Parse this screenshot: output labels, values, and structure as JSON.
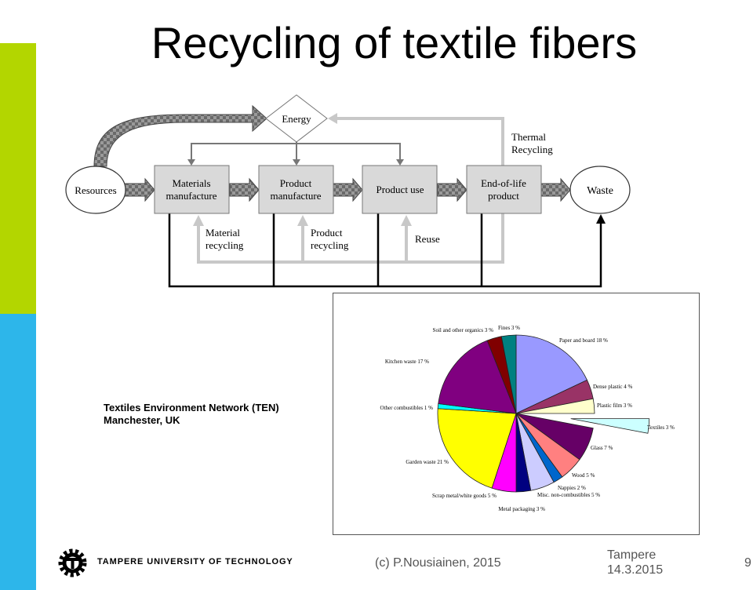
{
  "slide": {
    "title": "Recycling of textile fibers",
    "colors": {
      "green_stripe": "#b3d600",
      "blue_stripe": "#2db6ea"
    }
  },
  "flow": {
    "nodes": {
      "energy": "Energy",
      "resources": "Resources",
      "materials_manufacture": [
        "Materials",
        "manufacture"
      ],
      "product_manufacture": [
        "Product",
        "manufacture"
      ],
      "product_use": "Product use",
      "end_of_life": [
        "End-of-life",
        "product"
      ],
      "waste": "Waste"
    },
    "labels": {
      "thermal_recycling": [
        "Thermal",
        "Recycling"
      ],
      "material_recycling": [
        "Material",
        "recycling"
      ],
      "product_recycling": [
        "Product",
        "recycling"
      ],
      "reuse": "Reuse"
    }
  },
  "caption": {
    "line1": "Textiles Environment Network (TEN)",
    "line2": "Manchester, UK"
  },
  "chart_data": {
    "type": "pie",
    "slices": [
      {
        "label": "Paper and board 18 %",
        "value": 18,
        "color": "#9999ff"
      },
      {
        "label": "Dense plastic 4 %",
        "value": 4,
        "color": "#993366"
      },
      {
        "label": "Plastic film 3 %",
        "value": 3,
        "color": "#ffffcc"
      },
      {
        "label": "Textiles 3 %",
        "value": 3,
        "color": "#ccffff",
        "exploded": true
      },
      {
        "label": "Glass 7 %",
        "value": 7,
        "color": "#660066"
      },
      {
        "label": "Wood 5 %",
        "value": 5,
        "color": "#ff8080"
      },
      {
        "label": "Nappies 2 %",
        "value": 2,
        "color": "#0066cc"
      },
      {
        "label": "Misc. non-combustibles 5 %",
        "value": 5,
        "color": "#ccccff"
      },
      {
        "label": "Metal packaging 3 %",
        "value": 3,
        "color": "#000080"
      },
      {
        "label": "Scrap metal/white goods 5 %",
        "value": 5,
        "color": "#ff00ff"
      },
      {
        "label": "Garden waste 21 %",
        "value": 21,
        "color": "#ffff00"
      },
      {
        "label": "Other combustibles 1 %",
        "value": 1,
        "color": "#00ffff"
      },
      {
        "label": "Kitchen waste 17 %",
        "value": 17,
        "color": "#800080"
      },
      {
        "label": "Soil and other organics 3 %",
        "value": 3,
        "color": "#800000"
      },
      {
        "label": "Fines 3 %",
        "value": 3,
        "color": "#008080"
      }
    ]
  },
  "footer": {
    "university": "TAMPERE UNIVERSITY OF TECHNOLOGY",
    "copyright": "(c) P.Nousiainen, 2015",
    "place": "Tampere",
    "date": "14.3.2015",
    "page": "9"
  }
}
